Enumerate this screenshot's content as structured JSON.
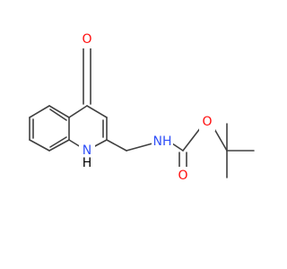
{
  "molecule": {
    "colors": {
      "bond": "#404040",
      "oxygen": "#ff0d0d",
      "nitrogen": "#3050f8",
      "hydrogen_on_nitrogen": "#000000"
    },
    "labels": {
      "ketone_oxygen": "O",
      "ring_nitrogen": "N",
      "ring_nitrogen_hydrogen": "H",
      "carbamate_nitrogen": "NH",
      "carbonyl_oxygen": "O",
      "ester_oxygen": "O"
    }
  }
}
